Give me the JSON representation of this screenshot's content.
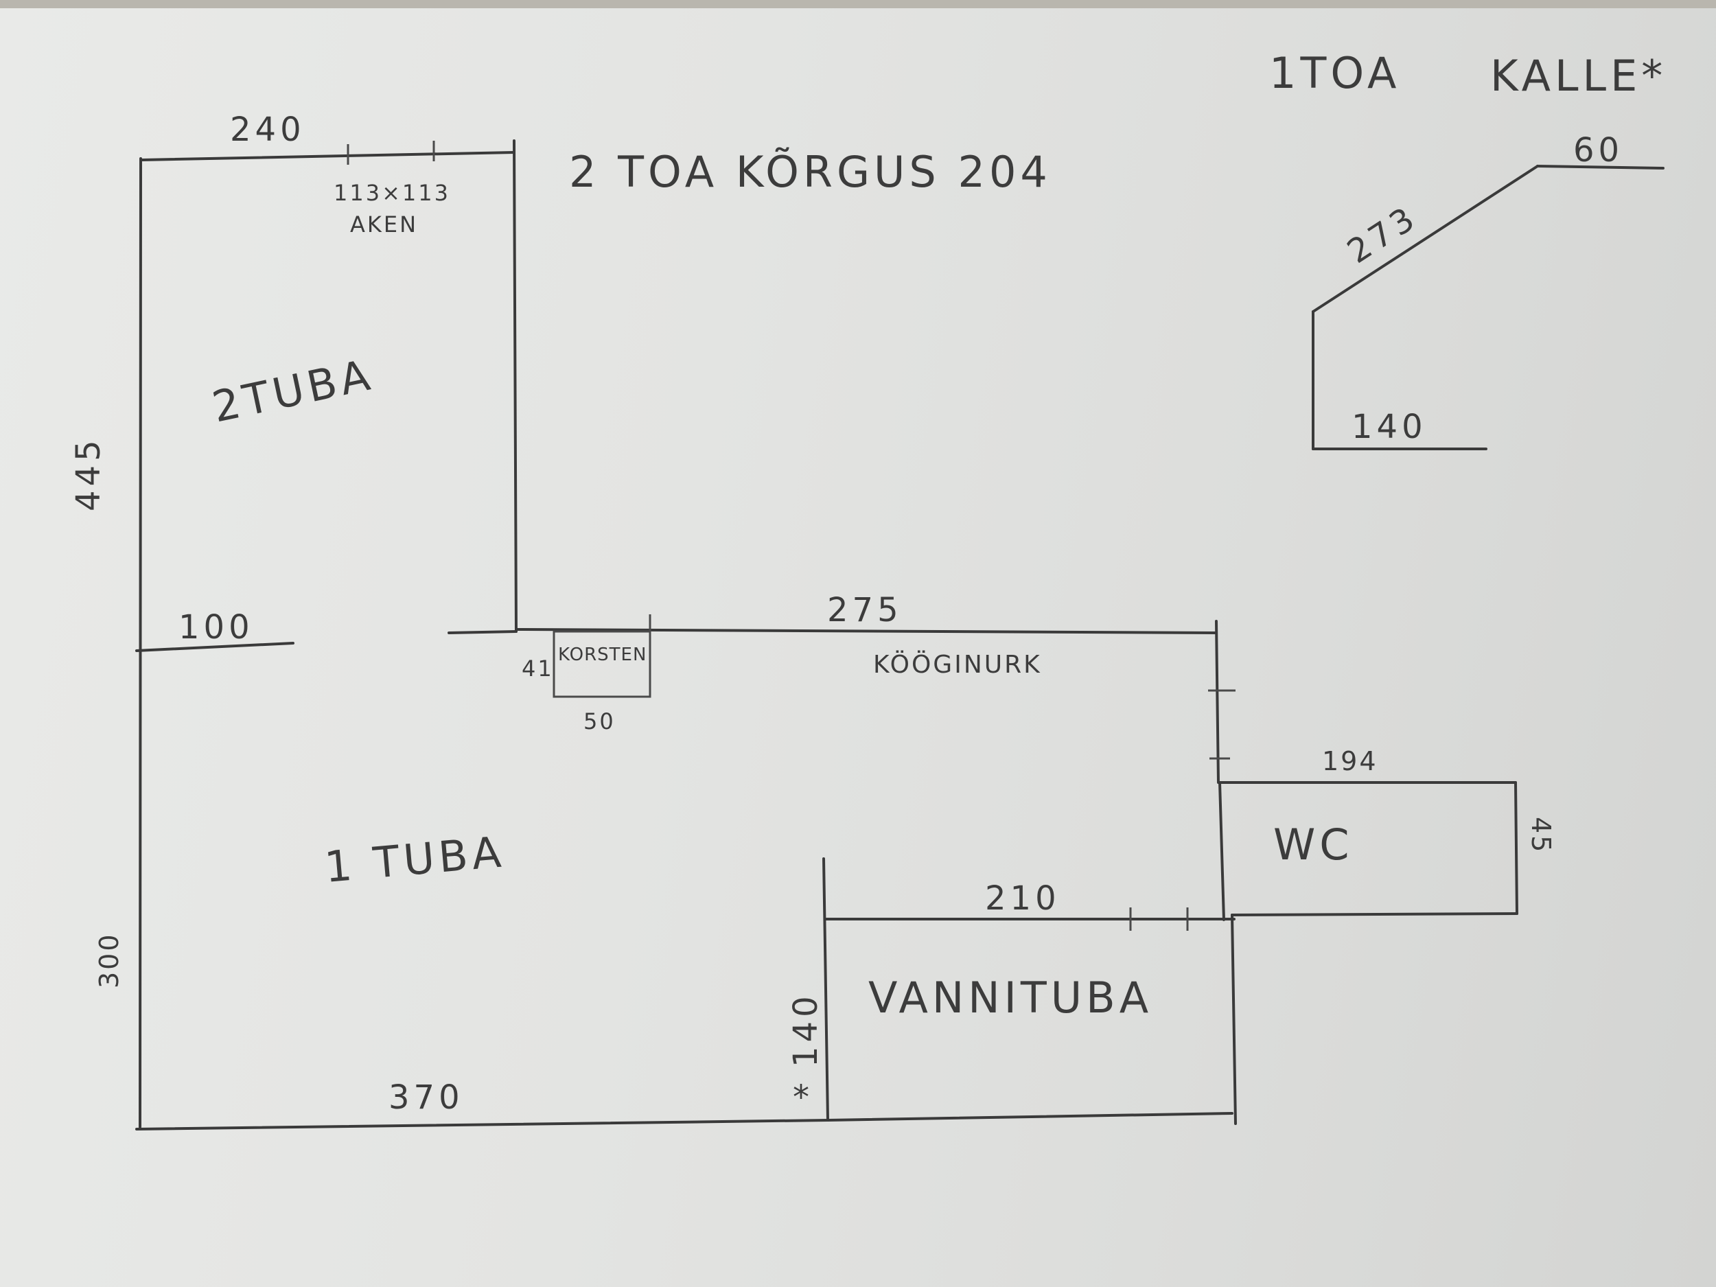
{
  "header": {
    "room_count": "1TOA",
    "name": "KALLE*",
    "height_note": "2 TOA KÕRGUS 204"
  },
  "room2": {
    "label": "2TUBA",
    "width": "240",
    "window_size": "113×113",
    "window_label": "AKEN",
    "length": "445",
    "segment": "100"
  },
  "chimney": {
    "label": "KORSTEN",
    "depth": "41",
    "width": "50"
  },
  "kitchen": {
    "label": "KÖÖGINURK",
    "width": "275"
  },
  "wc": {
    "label": "WC",
    "width": "194",
    "depth": "45"
  },
  "room1": {
    "label": "1 TUBA",
    "length": "300",
    "width": "370"
  },
  "bathroom": {
    "label": "VANNITUBA",
    "width": "210",
    "depth": "140",
    "mark": "*"
  },
  "roof_profile": {
    "slope": "273",
    "top": "60",
    "bottom": "140"
  },
  "colors": {
    "paper": "#e4e5e3",
    "pencil": "#3a3a3a"
  }
}
